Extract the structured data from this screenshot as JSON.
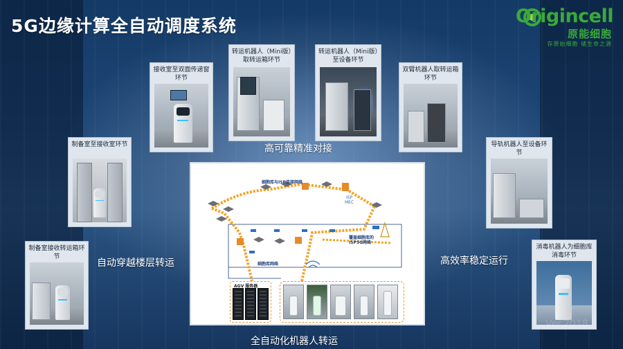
{
  "slide": {
    "title": "5G边缘计算全自动调度系统",
    "logo": {
      "wordmark": "Origincell",
      "cn_name": "原能细胞",
      "slogan": "存原始细胞  储生命之源",
      "brand_color": "#3aa93a"
    }
  },
  "cards": [
    {
      "id": "transfer-to-receive",
      "caption": "制备室至接收室环节"
    },
    {
      "id": "receive-to-window",
      "caption": "接收室至双面传递窗环节"
    },
    {
      "id": "mini-robot-take",
      "caption": "转运机器人（Mini版）取转运箱环节"
    },
    {
      "id": "mini-robot-device",
      "caption": "转运机器人（Mini版）至设备环节"
    },
    {
      "id": "dual-arm-robot",
      "caption": "双臂机器人取转运箱环节"
    },
    {
      "id": "rail-robot",
      "caption": "导轨机器人至设备环节"
    },
    {
      "id": "prep-receive-box",
      "caption": "制备室接收转运箱环节"
    },
    {
      "id": "disinfect-robot",
      "caption": "消毒机器人为细胞库消毒环节"
    }
  ],
  "labels": {
    "reliable": "高可靠精准对接",
    "cross_floor": "自动穿越楼层转运",
    "efficient": "高效率稳定运行",
    "full_auto": "全自动化机器人转运"
  },
  "diagram": {
    "top_network": "细胞库与ISP连接网络",
    "isp_line1": "ISP",
    "isp_line2": "MEC",
    "cover_network_1": "覆盖细胞库的",
    "cover_network_2": "ISP5G网络",
    "lib_network": "细胞库网络",
    "agv_server": "AGV 服务器",
    "path_color": "#f2a427",
    "frame_color": "#1f3f7a"
  },
  "watermark": "Ver.2018"
}
